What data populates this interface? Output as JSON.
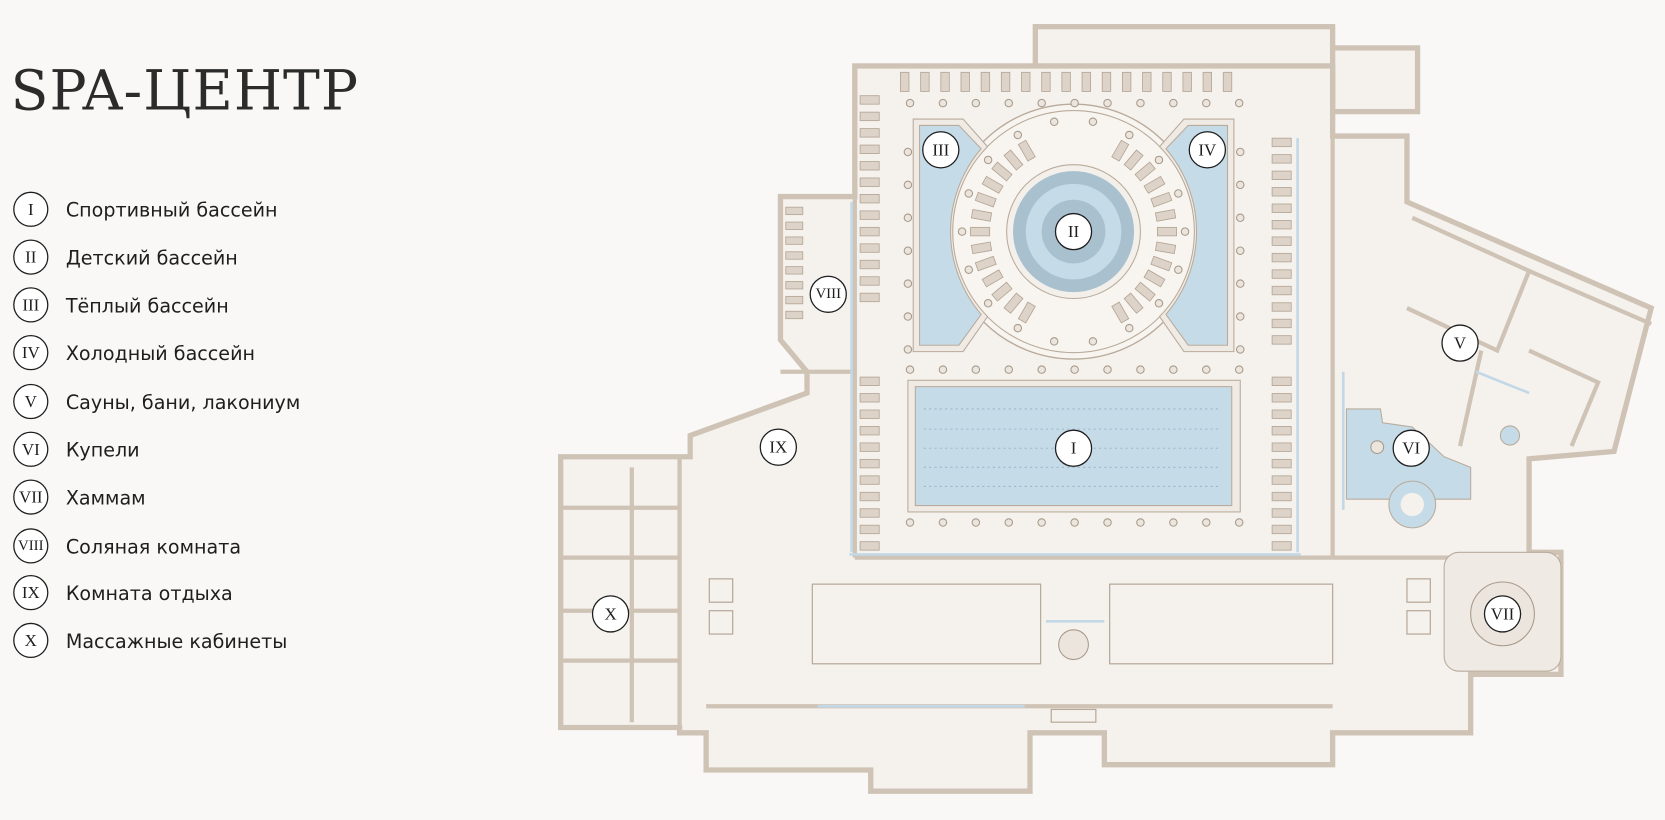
{
  "title": "SPA-ЦЕНТР",
  "legend": [
    {
      "numeral": "I",
      "label": "Спортивный бассейн"
    },
    {
      "numeral": "II",
      "label": "Детский бассейн"
    },
    {
      "numeral": "III",
      "label": "Тёплый бассейн"
    },
    {
      "numeral": "IV",
      "label": "Холодный бассейн"
    },
    {
      "numeral": "V",
      "label": "Сауны, бани, лакониум"
    },
    {
      "numeral": "VI",
      "label": "Купели"
    },
    {
      "numeral": "VII",
      "label": "Хаммам"
    },
    {
      "numeral": "VIII",
      "label": "Соляная комната"
    },
    {
      "numeral": "IX",
      "label": "Комната отдыха"
    },
    {
      "numeral": "X",
      "label": "Массажные кабинеты"
    }
  ],
  "colors": {
    "background": "#f9f8f6",
    "floor": "#f5f2ee",
    "wall": "#cfc3b5",
    "water": "#c5dbe8",
    "water_dark": "#a9c0cf",
    "text": "#1e1e1e"
  }
}
